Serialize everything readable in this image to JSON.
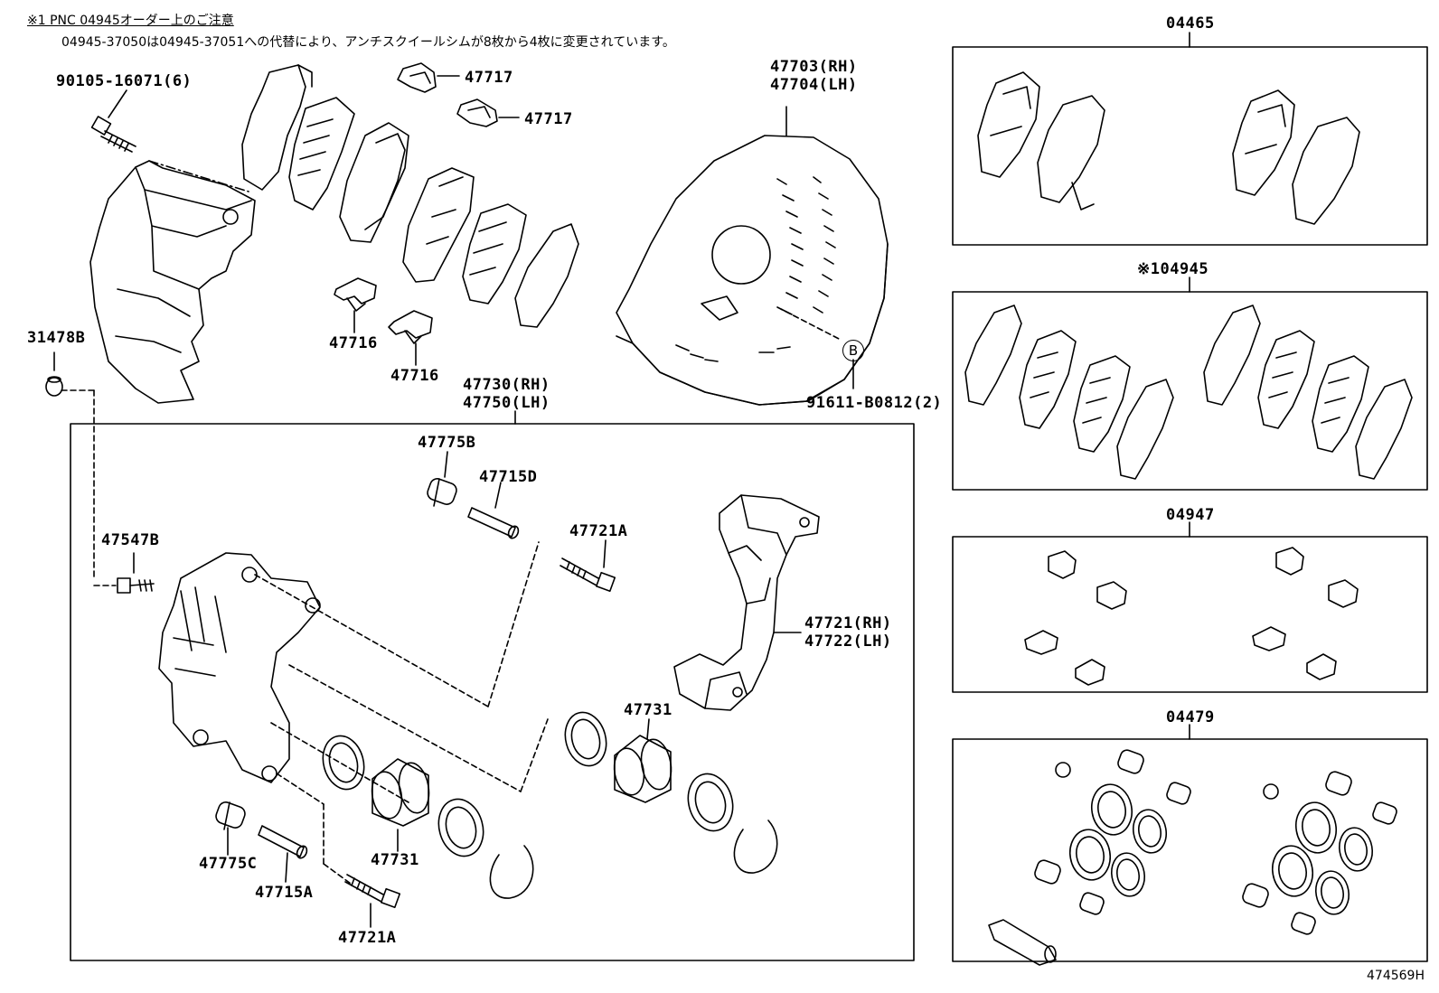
{
  "notes": {
    "line1": "※1 PNC 04945オーダー上のご注意",
    "line2": "04945-37050は04945-37051への代替により、アンチスクイールシムが8枚から4枚に変更されています。"
  },
  "labels": {
    "bolt_90105": "90105-16071(6)",
    "shim_47717_a": "47717",
    "shim_47717_b": "47717",
    "cover_rh": "47703(RH)",
    "cover_lh": "47704(LH)",
    "cap_31478b": "31478B",
    "spring_47716_a": "47716",
    "spring_47716_b": "47716",
    "caliper_rh": "47730(RH)",
    "caliper_lh": "47750(LH)",
    "screw_91611": "91611-B0812(2)",
    "ref_b": "B",
    "boot_47775b": "47775B",
    "pin_47715d": "47715D",
    "bolt_47721a_top": "47721A",
    "bleeder_47547b": "47547B",
    "mount_rh": "47721(RH)",
    "mount_lh": "47722(LH)",
    "piston_47731_right": "47731",
    "boot_47775c": "47775C",
    "piston_47731_left": "47731",
    "pin_47715a": "47715A",
    "bolt_47721a_bottom": "47721A",
    "kit_04465": "04465",
    "kit_04945": "※104945",
    "kit_04947": "04947",
    "kit_04479": "04479",
    "figure_ref": "474569H"
  }
}
